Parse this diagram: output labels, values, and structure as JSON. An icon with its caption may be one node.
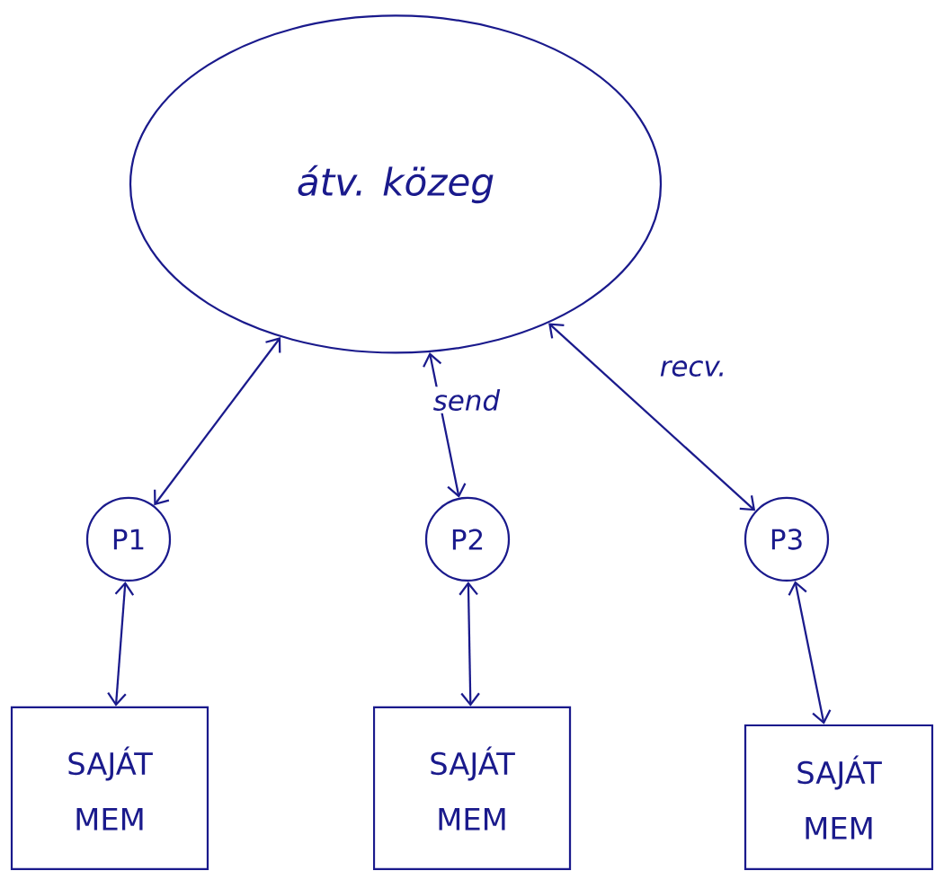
{
  "diagram": {
    "nodes": [
      {
        "text": [
          "átv. közeg"
        ]
      },
      {
        "text": [
          "P1"
        ]
      },
      {
        "text": [
          "P2"
        ]
      },
      {
        "text": [
          "P3"
        ]
      },
      {
        "text": [
          "SAJÁT MEM"
        ]
      },
      {
        "text": [
          "SAJÁT MEM"
        ]
      },
      {
        "text": [
          "SAJÁT MEM"
        ]
      }
    ],
    "edges": [
      {
        "from": 0,
        "to": 1,
        "arrow": "both"
      },
      {
        "from": 0,
        "to": 2,
        "arrow": "both",
        "label": "send"
      },
      {
        "from": 0,
        "to": 3,
        "arrow": "both",
        "label": "recv."
      },
      {
        "from": 1,
        "to": 4,
        "arrow": "both"
      },
      {
        "from": 2,
        "to": 5,
        "arrow": "both"
      },
      {
        "from": 3,
        "to": 6,
        "arrow": "both"
      }
    ]
  }
}
